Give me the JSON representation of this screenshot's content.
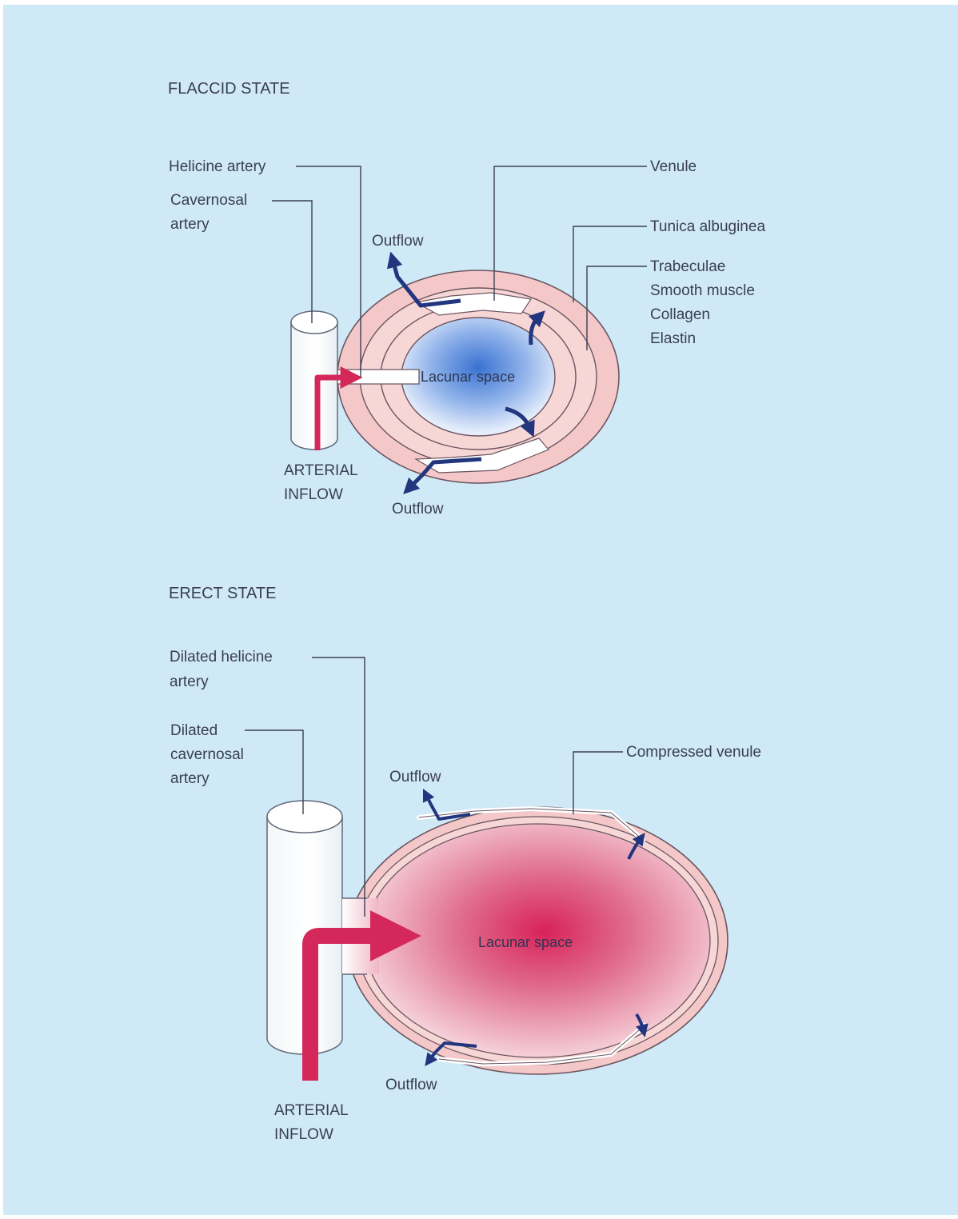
{
  "colors": {
    "background": "#cfe9f7",
    "tunica": "#f4c8c8",
    "ring_stroke": "#6b5560",
    "arterial": "#d5285a",
    "venous": "#22367f",
    "flaccid_space": "#3a72d1",
    "erect_space": "#d8225a"
  },
  "flaccid": {
    "heading": "FLACCID STATE",
    "labels": {
      "helicine_artery": "Helicine artery",
      "cavernosal_artery_1": "Cavernosal",
      "cavernosal_artery_2": "artery",
      "venule": "Venule",
      "tunica_albuginea": "Tunica albuginea",
      "trabeculae": "Trabeculae",
      "smooth_muscle": "Smooth muscle",
      "collagen": "Collagen",
      "elastin": "Elastin",
      "outflow_top": "Outflow",
      "outflow_bottom": "Outflow",
      "lacunar_space": "Lacunar space",
      "arterial_inflow_1": "ARTERIAL",
      "arterial_inflow_2": "INFLOW"
    }
  },
  "erect": {
    "heading": "ERECT STATE",
    "labels": {
      "dilated_helicine_1": "Dilated helicine",
      "dilated_helicine_2": "artery",
      "dilated_cavernosal_1": "Dilated",
      "dilated_cavernosal_2": "cavernosal",
      "dilated_cavernosal_3": "artery",
      "compressed_venule": "Compressed venule",
      "outflow_top": "Outflow",
      "outflow_bottom": "Outflow",
      "lacunar_space": "Lacunar space",
      "arterial_inflow_1": "ARTERIAL",
      "arterial_inflow_2": "INFLOW"
    }
  }
}
